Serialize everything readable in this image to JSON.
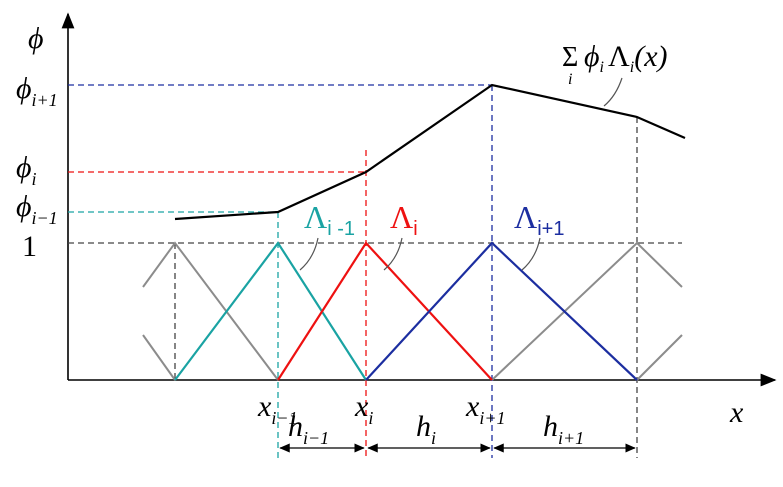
{
  "axis": {
    "y_label": "ϕ",
    "x_label": "x",
    "y_tick_one": "1"
  },
  "y_ticks": [
    {
      "base": "ϕ",
      "sub": "i+1"
    },
    {
      "base": "ϕ",
      "sub": "i"
    },
    {
      "base": "ϕ",
      "sub": "i−1"
    }
  ],
  "x_ticks": [
    {
      "base": "x",
      "sub": "i−1"
    },
    {
      "base": "x",
      "sub": "i"
    },
    {
      "base": "x",
      "sub": "i+1"
    }
  ],
  "h_labels": [
    {
      "base": "h",
      "sub": "i−1"
    },
    {
      "base": "h",
      "sub": "i"
    },
    {
      "base": "h",
      "sub": "i+1"
    }
  ],
  "basis_labels": [
    {
      "base": "Λ",
      "sub": "i -1",
      "color": "#1aa3a3"
    },
    {
      "base": "Λ",
      "sub": "i",
      "color": "#ee1111"
    },
    {
      "base": "Λ",
      "sub": "i+1",
      "color": "#1c2ea0"
    }
  ],
  "sum_label": {
    "sigma": "Σ",
    "sigma_sub": "i",
    "phi": "ϕ",
    "phi_sub": "i",
    "lambda": "Λ",
    "lambda_sub": "i",
    "arg": "(x)"
  },
  "colors": {
    "teal": "#1aa3a3",
    "red": "#ee1111",
    "blue": "#1c2ea0",
    "gray": "#8c8c8c",
    "black": "#000000"
  }
}
